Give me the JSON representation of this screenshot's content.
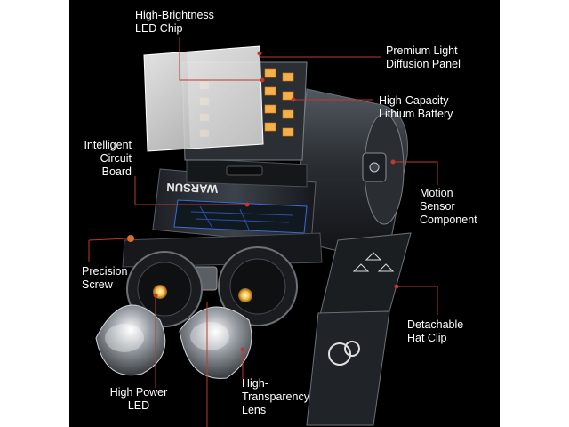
{
  "labels": {
    "led_chip": "High-Brightness\nLED Chip",
    "diffusion_panel": "Premium Light\nDiffusion Panel",
    "battery": "High-Capacity\nLithium Battery",
    "circuit_board": "Intelligent\nCircuit\nBoard",
    "motion_sensor": "Motion\nSensor\nComponent",
    "precision_screw": "Precision\nScrew",
    "hat_clip": "Detachable\nHat Clip",
    "high_power_led": "High Power\nLED",
    "lens": "High-\nTransparency\nLens"
  },
  "brand_text": "WARSUN",
  "colors": {
    "background": "#000000",
    "label_text": "#ffffff",
    "leader_line": "#c0392b",
    "led_glow": "#f3a64a",
    "diffuser": "#d8d8d8"
  }
}
